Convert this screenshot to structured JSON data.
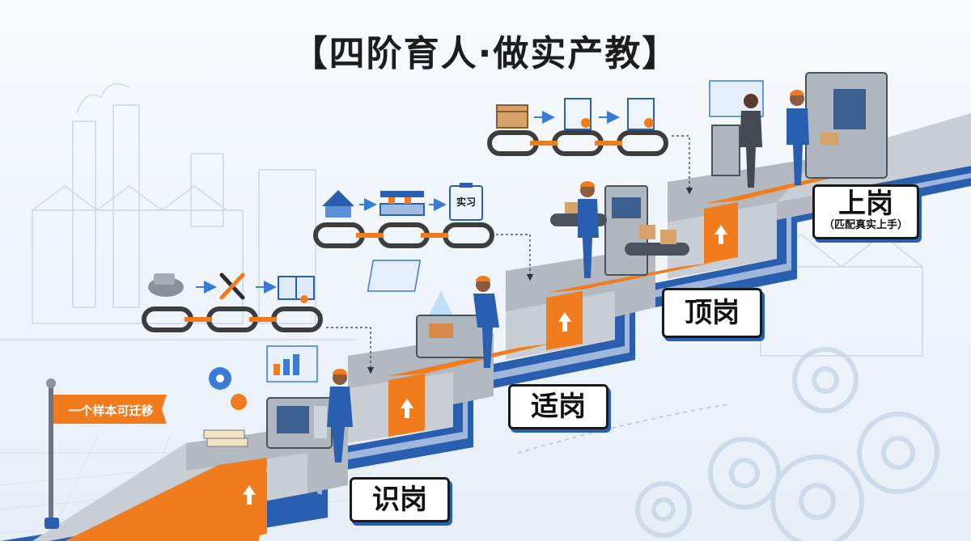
{
  "title": "【四阶育人·做实产教】",
  "flag": {
    "text": "一个样本可迁移",
    "color": "#f07c1e"
  },
  "stages": [
    {
      "name": "识岗",
      "subtitle": ""
    },
    {
      "name": "适岗",
      "subtitle": ""
    },
    {
      "name": "顶岗",
      "subtitle": ""
    },
    {
      "name": "上岗",
      "subtitle": "（匹配真实上手）"
    }
  ],
  "chain_icons": [
    {
      "row": 1,
      "icons": [
        "raw-material-icon",
        "tools-icon",
        "manual-book-icon"
      ]
    },
    {
      "row": 2,
      "icons": [
        "factory-icon",
        "assembly-line-icon",
        "clipboard-icon"
      ],
      "clipboard_text": "实习"
    },
    {
      "row": 3,
      "icons": [
        "package-box-icon",
        "certificate-icon",
        "certificate-icon"
      ]
    }
  ],
  "colors": {
    "orange": "#f07c1e",
    "blue": "#2a5fb0",
    "concrete": "#c9ced4",
    "ink": "#1a1a1a"
  }
}
